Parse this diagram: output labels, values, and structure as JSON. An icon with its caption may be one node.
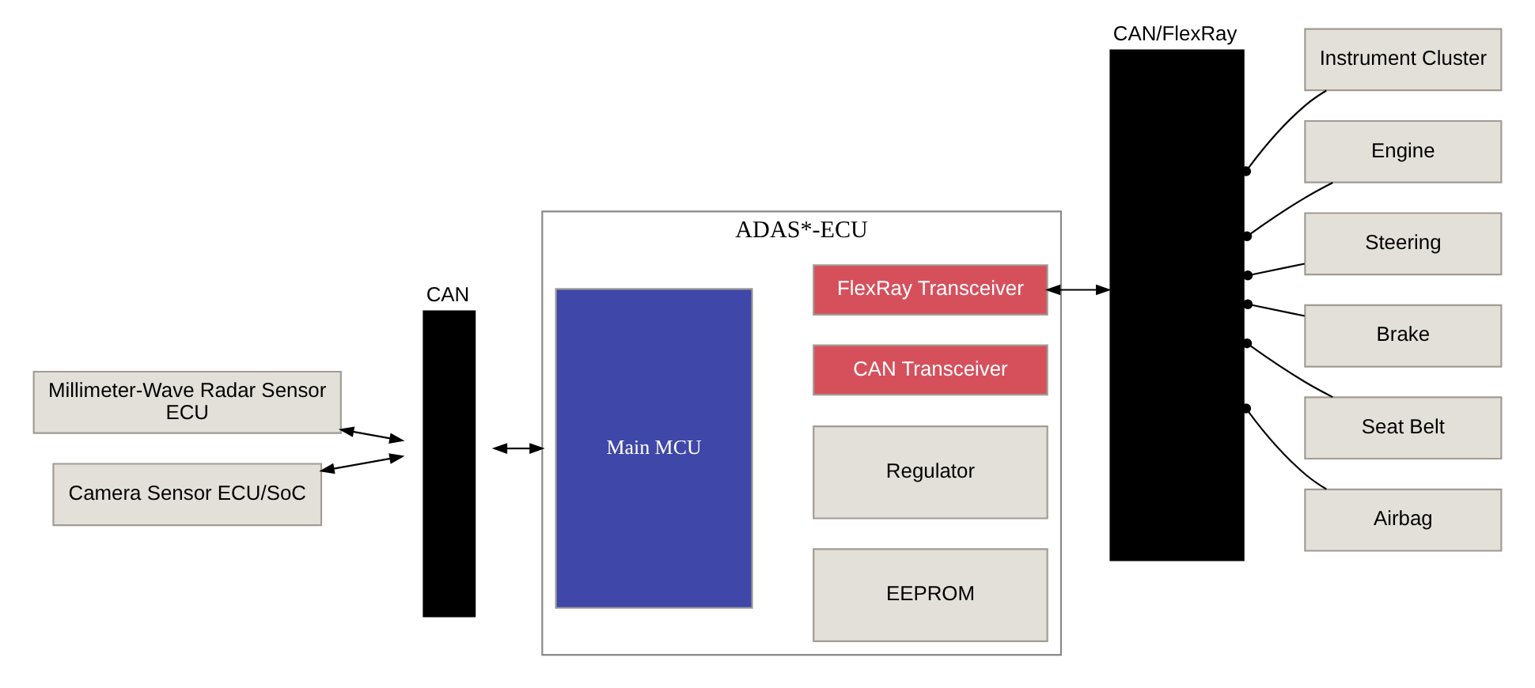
{
  "diagram": {
    "nodes": [
      {
        "text": [
          "ADAS*-ECU"
        ]
      },
      {
        "text": [
          "Main MCU"
        ],
        "in": 0
      },
      {
        "text": [
          "EEPROM"
        ],
        "in": 0
      },
      {
        "text": [
          "Regulator"
        ],
        "in": 0
      },
      {
        "text": [
          "CAN Transceiver"
        ],
        "in": 0
      },
      {
        "text": [
          "FlexRay Transceiver"
        ],
        "in": 0
      },
      {
        "text": [
          "Millimeter-Wave Radar Sensor ECU"
        ]
      },
      {
        "text": [
          "Camera Sensor ECU/SoC"
        ]
      },
      {
        "text": [
          "CAN"
        ]
      },
      {
        "text": [
          "CAN/FlexRay"
        ]
      },
      {
        "text": [
          "Instrument Cluster"
        ]
      },
      {
        "text": [
          "Engine"
        ]
      },
      {
        "text": [
          "Steering"
        ]
      },
      {
        "text": [
          "Brake"
        ]
      },
      {
        "text": [
          "Seat Belt"
        ]
      },
      {
        "text": [
          "Airbag"
        ]
      }
    ],
    "edges": [
      {
        "from": 6,
        "to": 8,
        "arrow": "both"
      },
      {
        "from": 7,
        "to": 8,
        "arrow": "both"
      },
      {
        "from": 8,
        "to": 0,
        "arrow": "both"
      },
      {
        "from": 5,
        "to": 9,
        "arrow": "both"
      },
      {
        "from": 9,
        "to": 10,
        "arrow": "other"
      },
      {
        "from": 9,
        "to": 11,
        "arrow": "other"
      },
      {
        "from": 9,
        "to": 12,
        "arrow": "other"
      },
      {
        "from": 9,
        "to": 13,
        "arrow": "other"
      },
      {
        "from": 9,
        "to": 14,
        "arrow": "other"
      },
      {
        "from": 9,
        "to": 15,
        "arrow": "other"
      }
    ]
  }
}
